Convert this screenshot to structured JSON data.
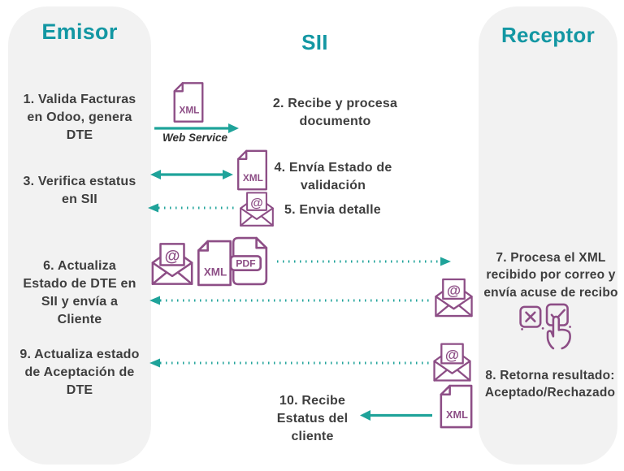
{
  "colors": {
    "teal": "#1397A3",
    "arrow_teal": "#1FA39A",
    "purple": "#8D4E86",
    "text": "#3E3E3E",
    "panel_bg": "#F2F2F2"
  },
  "panels": {
    "emisor": {
      "title": "Emisor"
    },
    "sii": {
      "title": "SII"
    },
    "receptor": {
      "title": "Receptor"
    }
  },
  "steps": {
    "s1": "1. Valida Facturas\nen Odoo, genera\nDTE",
    "s2": "2. Recibe y procesa\ndocumento",
    "s3": "3. Verifica estatus\nen SII",
    "s4": "4. Envía Estado de\nvalidación",
    "s5": "5. Envia detalle",
    "s6": "6. Actualiza\nEstado de DTE en\nSII y envía a\nCliente",
    "s7": "7. Procesa el XML\nrecibido por correo y\nenvía acuse de recibo",
    "s8": "8. Retorna resultado:\nAceptado/Rechazado",
    "s9": "9. Actualiza estado\nde Aceptación de\nDTE",
    "s10": "10. Recibe\nEstatus del\ncliente"
  },
  "labels": {
    "web_service": "Web Service",
    "xml": "XML",
    "pdf": "PDF",
    "at": "@"
  },
  "icons": {
    "xml_document": "page with folded corner labeled XML",
    "pdf_document": "page with folded corner labeled PDF",
    "email_envelope": "open envelope with @ letter",
    "accept_reject_hand": "hand tapping check box next to x box"
  }
}
